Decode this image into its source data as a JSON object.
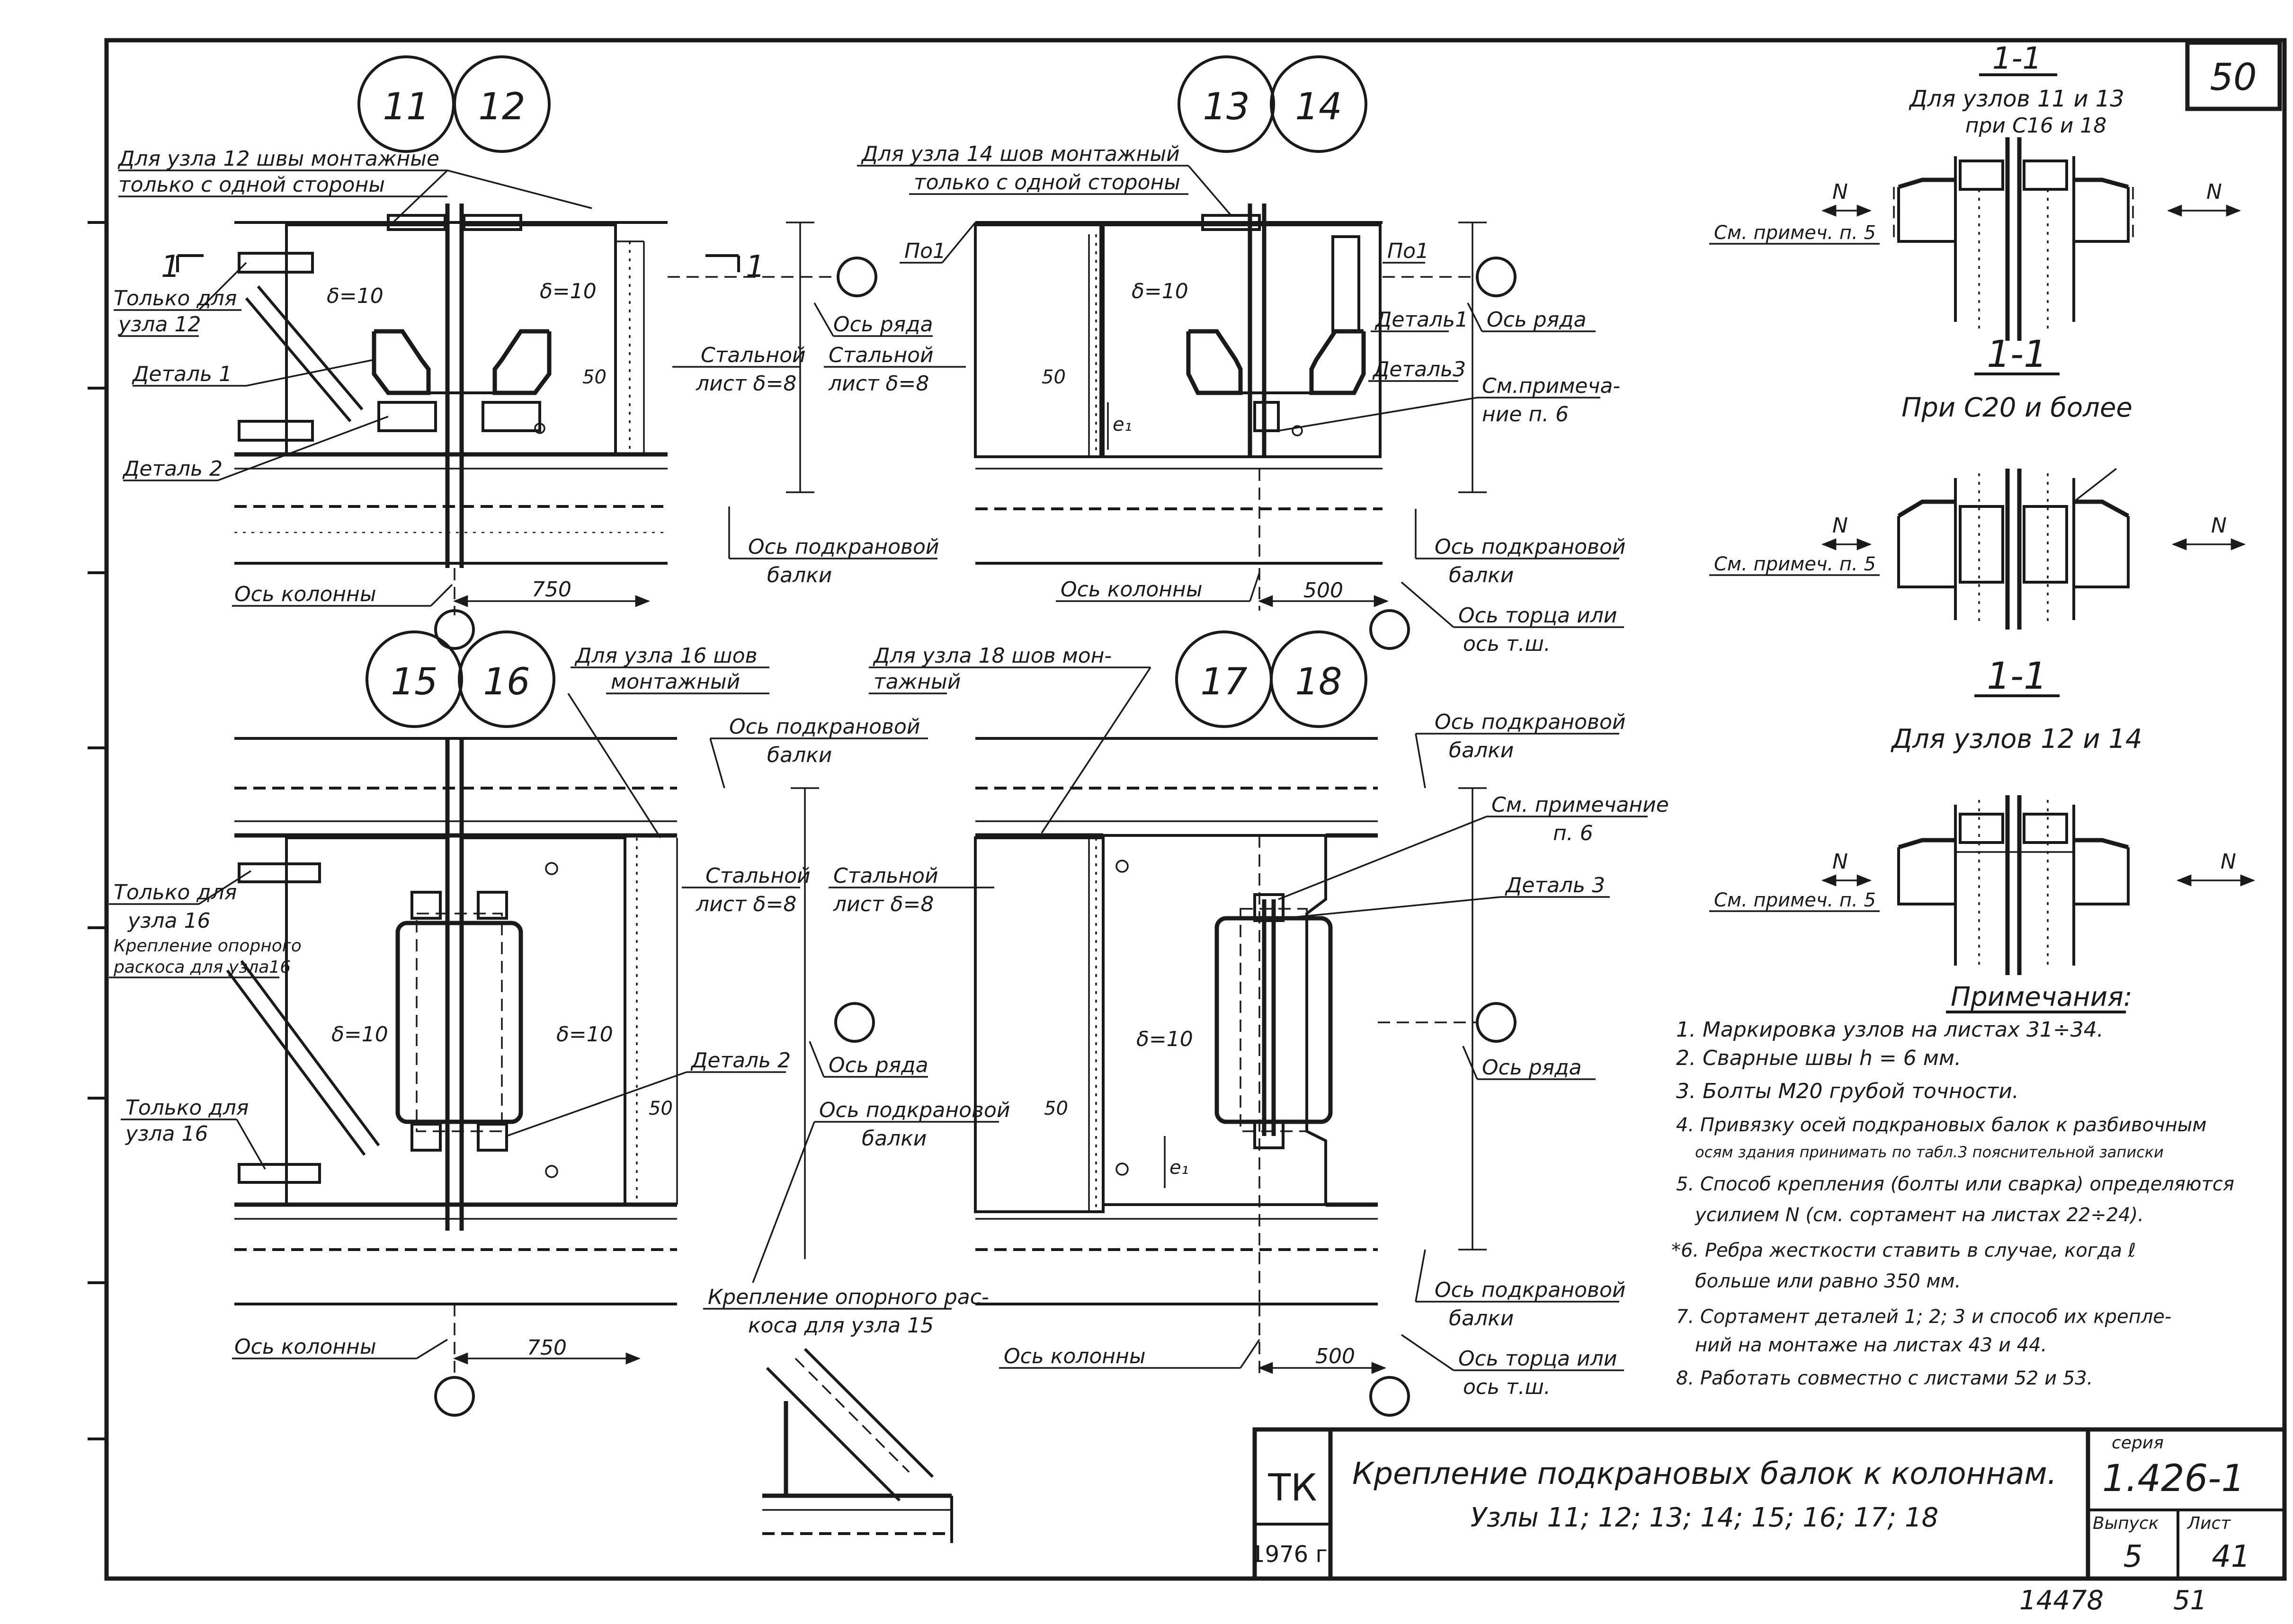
{
  "sheet": {
    "page_number": "50",
    "handwritten_number": "14478",
    "handwritten_page": "51"
  },
  "nodes": {
    "n11": "11",
    "n12": "12",
    "n13": "13",
    "n14": "14",
    "n15": "15",
    "n16": "16",
    "n17": "17",
    "n18": "18"
  },
  "top_left": {
    "note_l1": "Для узла 12 швы монтажные",
    "note_l2": "только с одной стороны",
    "only_for_l1": "Только для",
    "only_for_l2": "узла 12",
    "detail1": "Деталь 1",
    "detail2": "Деталь 2",
    "delta_left": "δ=10",
    "delta_right": "δ=10",
    "cut_mark": "1",
    "cut_mark_r": "1",
    "dim50": "50",
    "row_axis": "Ось ряда",
    "steel_sheet_l1": "Стальной",
    "steel_sheet_l2": "лист δ=8",
    "crane_beam_axis_l1": "Ось подкрановой",
    "crane_beam_axis_l2": "балки",
    "column_axis": "Ось колонны",
    "dim750": "750"
  },
  "top_right": {
    "note_l1": "Для узла 14 шов монтажный",
    "note_l2": "только с одной стороны",
    "level_left": "По1",
    "level_right": "По1",
    "steel_sheet_l1": "Стальной",
    "steel_sheet_l2": "лист δ=8",
    "delta": "δ=10",
    "dim50": "50",
    "e1": "e₁",
    "detail1": "Деталь1",
    "detail3": "Деталь3",
    "row_axis": "Ось ряда",
    "see_note_l1": "См.примеча-",
    "see_note_l2": "ние п. 6",
    "crane_beam_axis_l1": "Ось подкрановой",
    "crane_beam_axis_l2": "балки",
    "column_axis": "Ось колонны",
    "dim500": "500",
    "end_axis_l1": "Ось торца или",
    "end_axis_l2": "ось т.ш."
  },
  "bottom_left": {
    "note16_l1": "Для узла 16 шов",
    "note16_l2": "монтажный",
    "only_for_16a_l1": "Только для",
    "only_for_16a_l2": "узла 16",
    "brace_attach_l1": "Крепление опорного",
    "brace_attach_l2": "раскоса для узла16",
    "only_for_16b_l1": "Только для",
    "only_for_16b_l2": "узла 16",
    "crane_beam_axis_l1": "Ось подкрановой",
    "crane_beam_axis_l2": "балки",
    "steel_sheet_l1": "Стальной",
    "steel_sheet_l2": "лист δ=8",
    "delta_left": "δ=10",
    "delta_right": "δ=10",
    "detail2": "Деталь 2",
    "dim50": "50",
    "column_axis": "Ось колонны",
    "dim750": "750"
  },
  "bottom_right": {
    "note18_l1": "Для узла 18 шов мон-",
    "note18_l2": "тажный",
    "crane_beam_axis_top_l1": "Ось подкрановой",
    "crane_beam_axis_top_l2": "балки",
    "steel_sheet_l1": "Стальной",
    "steel_sheet_l2": "лист δ=8",
    "see_note_l1": "См. примечание",
    "see_note_l2": "п. 6",
    "detail3": "Деталь 3",
    "row_axis_left": "Ось ряда",
    "row_axis_right": "Ось ряда",
    "crane_beam_axis_mid_l1": "Ось подкрановой",
    "crane_beam_axis_mid_l2": "балки",
    "delta": "δ=10",
    "dim50": "50",
    "e1": "e₁",
    "brace15_l1": "Крепление опорного рас-",
    "brace15_l2": "коса для узла 15",
    "crane_beam_axis_bot_l1": "Ось подкрановой",
    "crane_beam_axis_bot_l2": "балки",
    "column_axis": "Ось колонны",
    "dim500": "500",
    "end_axis_l1": "Ось торца или",
    "end_axis_l2": "ось т.ш."
  },
  "sections": {
    "s1_label": "1-1",
    "s1_caption_l1": "Для узлов 11 и 13",
    "s1_caption_l2": "при С16 и 18",
    "s2_label": "1-1",
    "s2_caption": "При С20 и более",
    "s3_label": "1-1",
    "s3_caption": "Для узлов 12 и 14",
    "see_note": "См. примеч. п. 5",
    "force": "N"
  },
  "notes": {
    "title": "Примечания:",
    "items": [
      "1. Маркировка узлов на листах 31÷34.",
      "2. Сварные швы h = 6 мм.",
      "3. Болты М20 грубой точности.",
      "4. Привязку осей подкрановых балок к разбивочным",
      "осям здания принимать по табл.3 пояснительной записки",
      "5. Способ крепления (болты или сварка) определяются",
      "усилием N (см. сортамент на листах 22÷24).",
      "*6. Ребра жесткости ставить в случае, когда ℓ",
      "больше или равно 350 мм.",
      "7. Сортамент деталей 1; 2; 3 и способ их крепле-",
      "ний на монтаже на листах 43 и 44.",
      "8. Работать совместно с листами 52 и 53."
    ]
  },
  "title_block": {
    "org": "ТК",
    "year": "1976 г.",
    "title_l1": "Крепление подкрановых балок к колоннам.",
    "title_l2": "Узлы 11; 12; 13; 14; 15; 16; 17; 18",
    "series_label": "серия",
    "series": "1.426-1",
    "issue_label": "Выпуск",
    "issue": "5",
    "sheet_label": "Лист",
    "sheet": "41"
  }
}
